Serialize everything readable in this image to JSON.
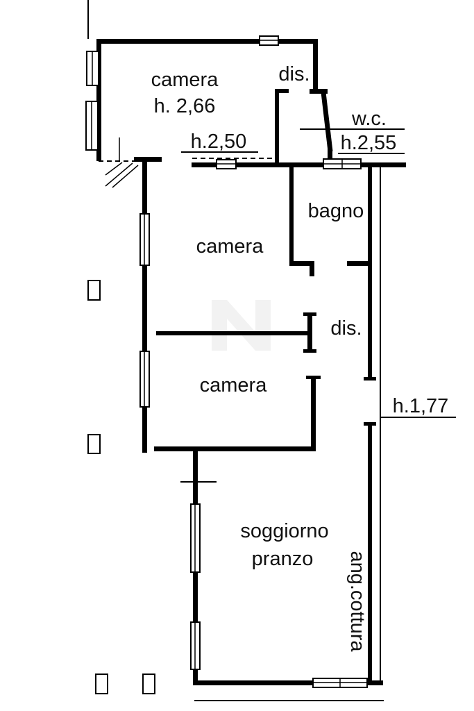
{
  "colors": {
    "background": "#ffffff",
    "line": "#000000",
    "text": "#111111"
  },
  "rooms": {
    "camera_top": {
      "label": "camera",
      "ceiling_height": "h. 2,66"
    },
    "dis_top": {
      "label": "dis."
    },
    "wc": {
      "label": "w.c.",
      "ceiling_height": "h.2,55"
    },
    "bagno": {
      "label": "bagno"
    },
    "camera_mid": {
      "label": "camera"
    },
    "dis_mid": {
      "label": "dis."
    },
    "camera_lower": {
      "label": "camera"
    },
    "soggiorno": {
      "label_line1": "soggiorno",
      "label_line2": "pranzo"
    },
    "ang_cottura": {
      "label": "ang.cottura"
    }
  },
  "measurements": {
    "passage_ceiling_height": "h.2,50",
    "opening_height": "h.1,77"
  }
}
